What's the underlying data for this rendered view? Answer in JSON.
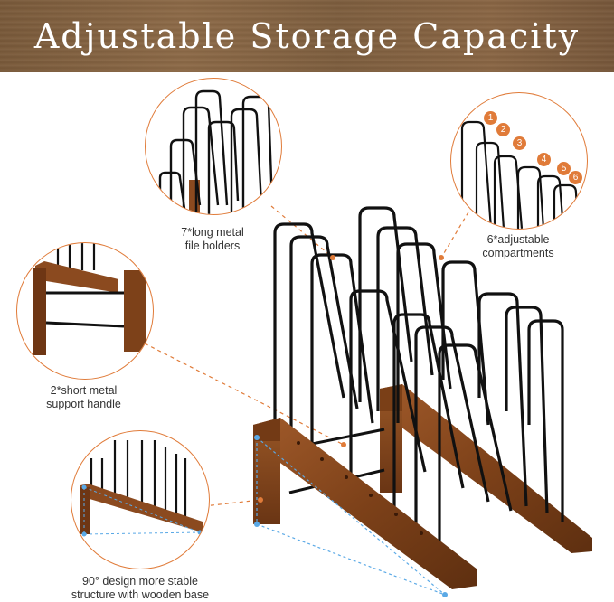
{
  "banner": {
    "title": "Adjustable Storage Capacity"
  },
  "callouts": {
    "file_holders": "7*long metal\nfile holders",
    "compartments": "6*adjustable\ncompartments",
    "support_handle": "2*short metal\nsupport handle",
    "base": "90° design more stable\nstructure with wooden base"
  },
  "compartment_numbers": [
    "1",
    "2",
    "3",
    "4",
    "5",
    "6"
  ],
  "colors": {
    "accent": "#e07b39",
    "wood": "#8b4a1f",
    "metal": "#111111",
    "guide_blue": "#5aa9e6"
  }
}
